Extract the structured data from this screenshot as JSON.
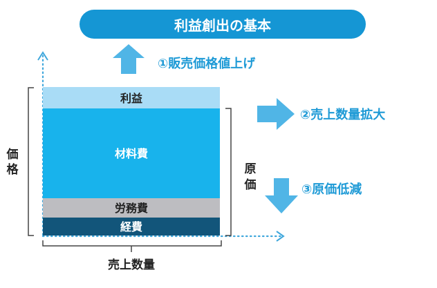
{
  "title": "利益創出の基本",
  "strategies": [
    {
      "label": "①販売価格値上げ",
      "direction": "up"
    },
    {
      "label": "②売上数量拡大",
      "direction": "right"
    },
    {
      "label": "③原価低減",
      "direction": "down"
    }
  ],
  "blocks": {
    "profit": "利益",
    "materials": "材料費",
    "labor": "労務費",
    "overhead": "経費"
  },
  "axis_labels": {
    "price": [
      "価",
      "格"
    ],
    "cost": [
      "原",
      "価"
    ],
    "sales_volume": "売上数量"
  },
  "colors": {
    "title_bg": "#1596d4",
    "accent": "#1e9ad6",
    "arrow": "#50b5e6",
    "profit": "#a9dcf6",
    "materials": "#18b3ec",
    "labor": "#bdbdc1",
    "overhead": "#12557a",
    "axis": "#3fa7dc",
    "text": "#222222"
  }
}
